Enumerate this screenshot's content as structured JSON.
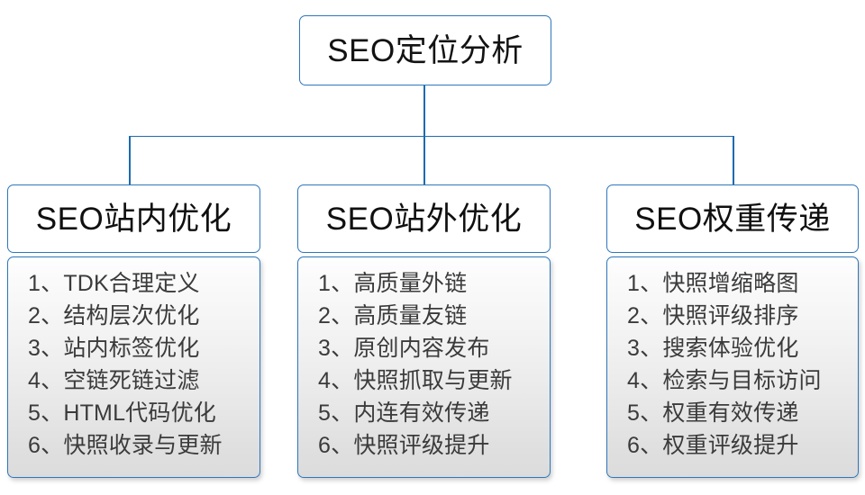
{
  "diagram": {
    "type": "tree",
    "root": {
      "label": "SEO定位分析"
    },
    "colors": {
      "border": "#2e77bc",
      "connector": "#1d6bb0",
      "header_text": "#101010",
      "item_text": "#3b3b3b",
      "body_background_top": "#fefefe",
      "body_background_bottom": "#dcdcdc",
      "page_background": "#ffffff"
    },
    "branches": [
      {
        "header": "SEO站内优化",
        "items": [
          {
            "num": "1",
            "sep": "、",
            "text": "TDK合理定义"
          },
          {
            "num": "2",
            "sep": "、",
            "text": "结构层次优化"
          },
          {
            "num": "3",
            "sep": "、",
            "text": "站内标签优化"
          },
          {
            "num": "4",
            "sep": "、",
            "text": "空链死链过滤"
          },
          {
            "num": "5",
            "sep": "、",
            "text": "HTML代码优化"
          },
          {
            "num": "6",
            "sep": "、",
            "text": "快照收录与更新"
          }
        ]
      },
      {
        "header": "SEO站外优化",
        "items": [
          {
            "num": "1",
            "sep": "、",
            "text": "高质量外链"
          },
          {
            "num": "2",
            "sep": "、",
            "text": "高质量友链"
          },
          {
            "num": "3",
            "sep": "、",
            "text": "原创内容发布"
          },
          {
            "num": "4",
            "sep": "、",
            "text": "快照抓取与更新"
          },
          {
            "num": "5",
            "sep": "、",
            "text": "内连有效传递"
          },
          {
            "num": "6",
            "sep": "、",
            "text": "快照评级提升"
          }
        ]
      },
      {
        "header": "SEO权重传递",
        "items": [
          {
            "num": "1",
            "sep": "、",
            "text": "快照增缩略图"
          },
          {
            "num": "2",
            "sep": "、",
            "text": "快照评级排序"
          },
          {
            "num": "3",
            "sep": "、",
            "text": "搜索体验优化"
          },
          {
            "num": "4",
            "sep": "、",
            "text": "检索与目标访问"
          },
          {
            "num": "5",
            "sep": "、",
            "text": "权重有效传递"
          },
          {
            "num": "6",
            "sep": "、",
            "text": "权重评级提升"
          }
        ]
      }
    ]
  }
}
